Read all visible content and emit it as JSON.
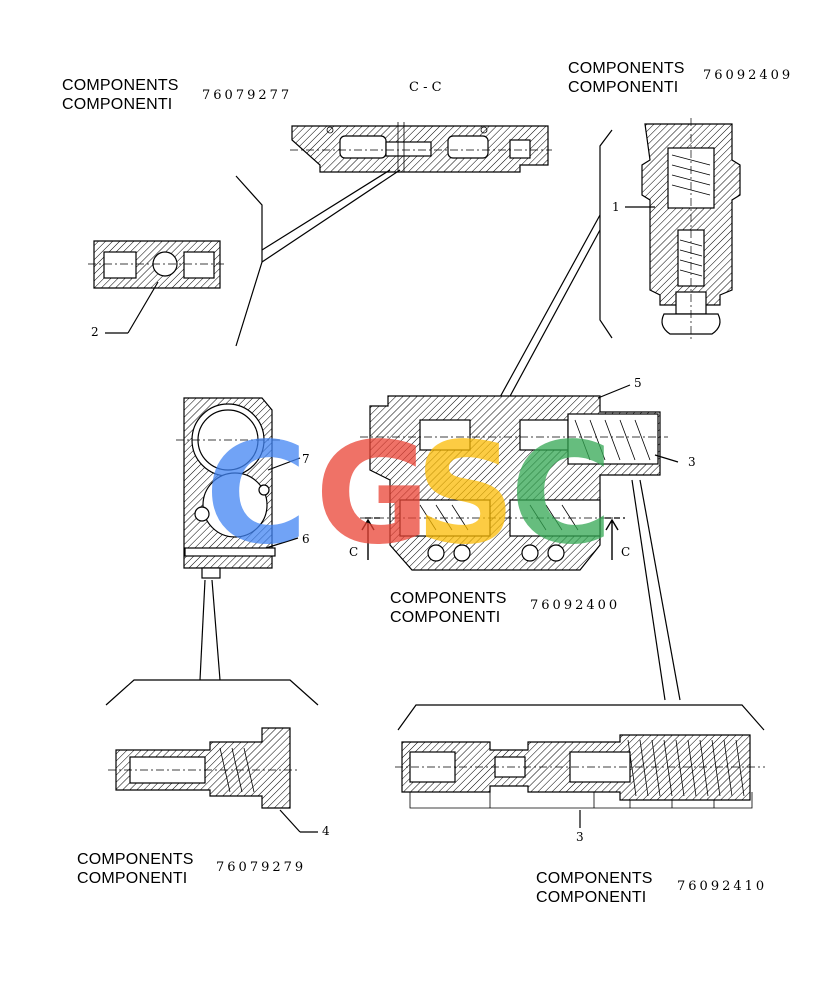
{
  "blocks": {
    "b1": {
      "line1": "COMPONENTS",
      "line2": "COMPONENTI",
      "code": "76079277"
    },
    "b2": {
      "line1": "COMPONENTS",
      "line2": "COMPONENTI",
      "code": "76092409"
    },
    "b3": {
      "line1": "COMPONENTS",
      "line2": "COMPONENTI",
      "code": "76092400"
    },
    "b4": {
      "line1": "COMPONENTS",
      "line2": "COMPONENTI",
      "code": "76079279"
    },
    "b5": {
      "line1": "COMPONENTS",
      "line2": "COMPONENTI",
      "code": "76092410"
    }
  },
  "section": {
    "title": "C - C",
    "left": "C",
    "right": "C"
  },
  "callouts": {
    "c1": "1",
    "c2": "2",
    "c3a": "3",
    "c3b": "3",
    "c4": "4",
    "c5": "5",
    "c6": "6",
    "c7": "7"
  },
  "watermark": {
    "letters": [
      "C",
      "G",
      "S",
      "C"
    ],
    "colors": [
      "#4285F4",
      "#EA4335",
      "#FBBC05",
      "#34A853"
    ]
  }
}
